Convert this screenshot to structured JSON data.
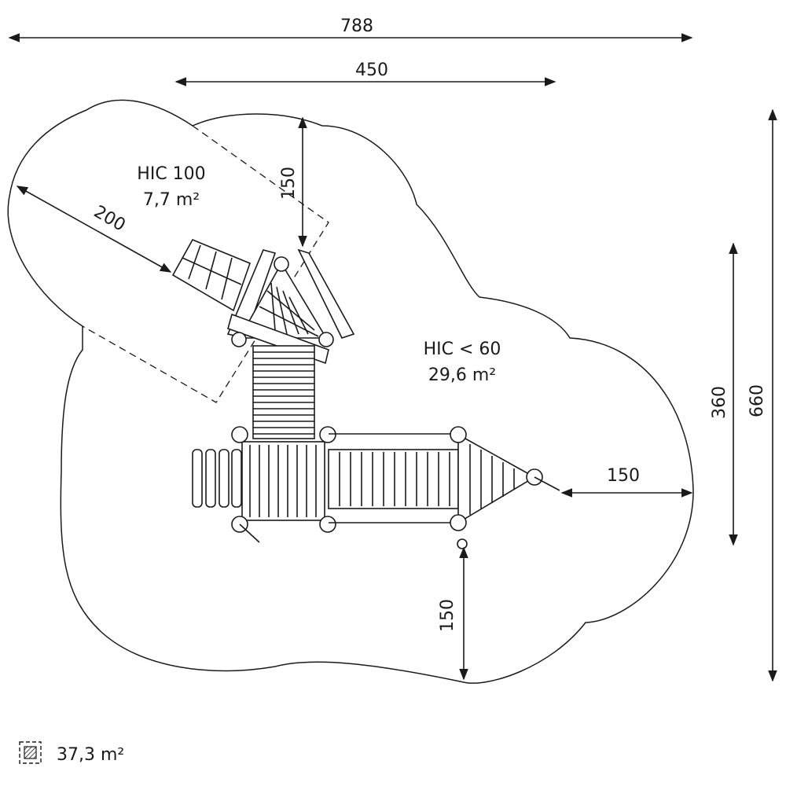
{
  "dimensions": {
    "overall_width": "788",
    "structure_width": "450",
    "overall_height": "660",
    "structure_height": "360",
    "slide_length": "200",
    "clearance_top": "150",
    "clearance_right": "150",
    "clearance_bottom": "150"
  },
  "zones": {
    "hic_100": {
      "title": "HIC 100",
      "area": "7,7 m²"
    },
    "hic_60": {
      "title": "HIC < 60",
      "area": "29,6 m²"
    }
  },
  "legend": {
    "total_area": "37,3 m²"
  },
  "colors": {
    "line": "#1a1a1a",
    "background": "#ffffff"
  }
}
